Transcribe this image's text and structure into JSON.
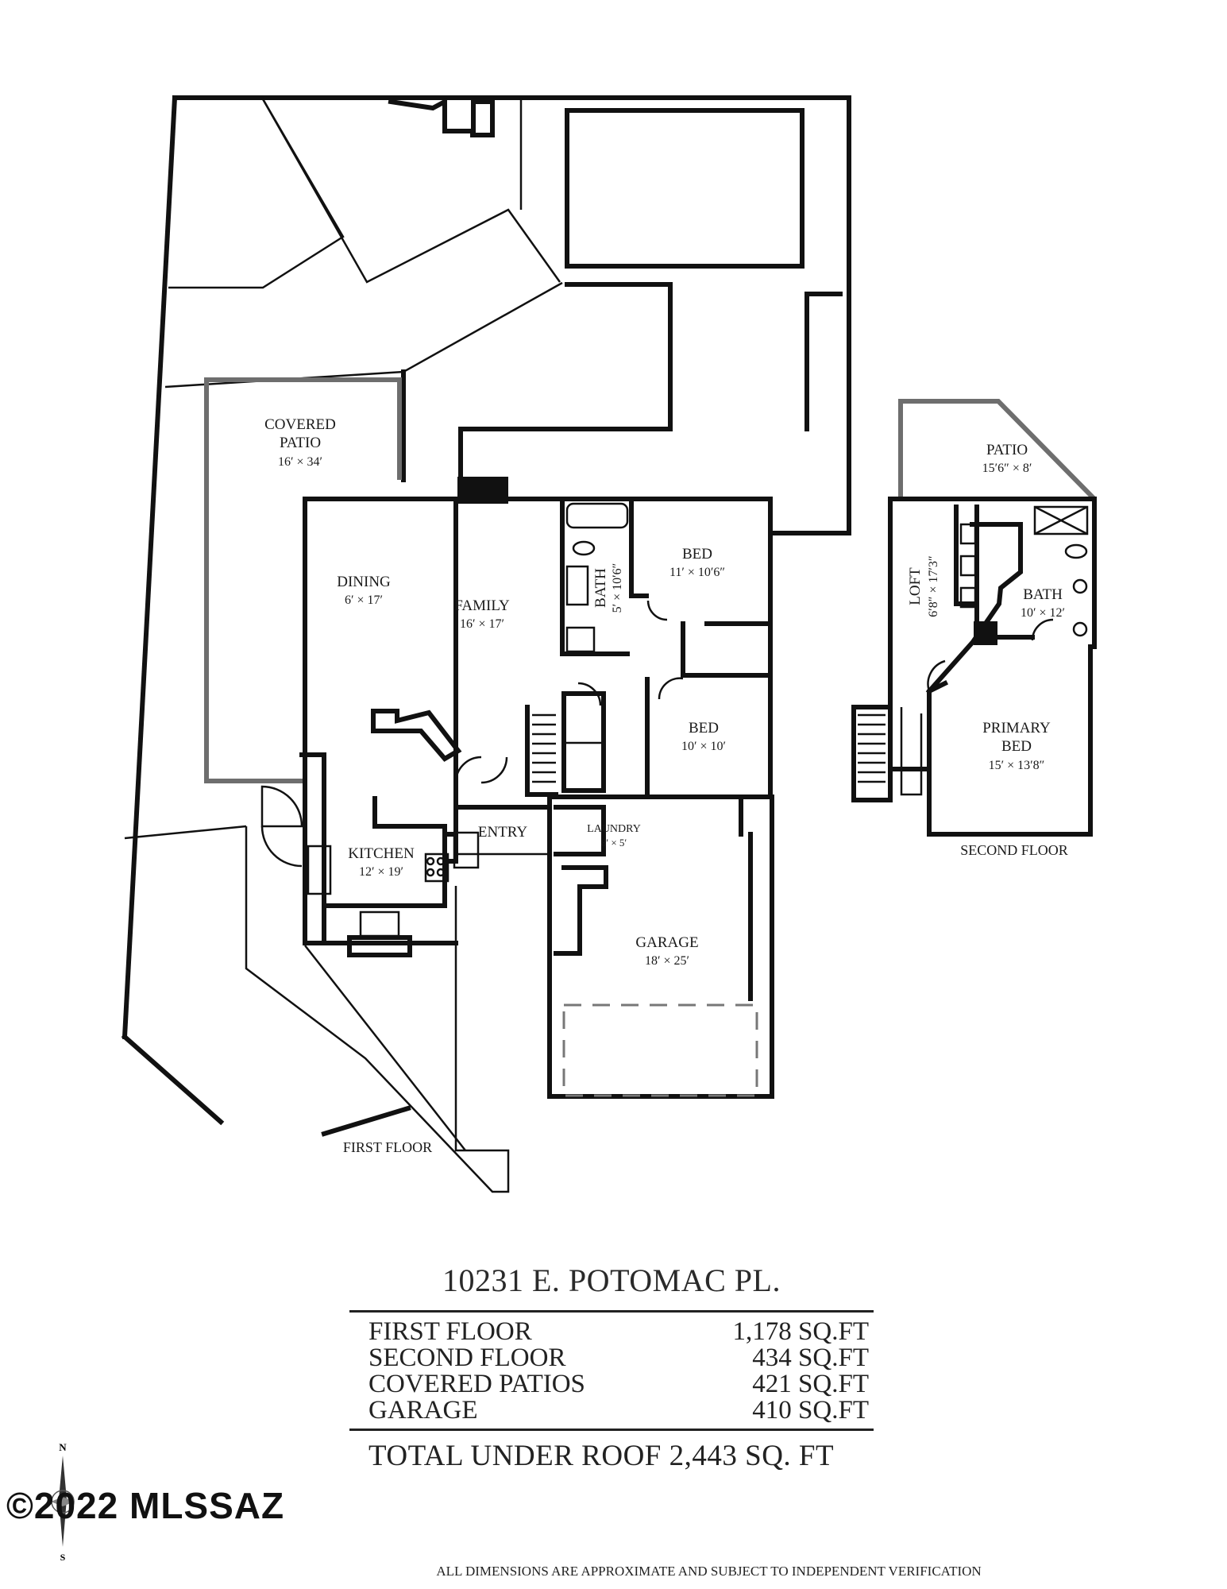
{
  "rooms": {
    "covered_patio": {
      "name_line1": "COVERED",
      "name_line2": "PATIO",
      "dims": "16′ × 34′"
    },
    "dining": {
      "name": "DINING",
      "dims": "6′ × 17′"
    },
    "family": {
      "name": "FAMILY",
      "dims": "16′ × 17′"
    },
    "bath_first": {
      "name": "BATH",
      "dims": "5′ × 10′6″"
    },
    "bed_a": {
      "name": "BED",
      "dims": "11′ × 10′6″"
    },
    "bed_b": {
      "name": "BED",
      "dims": "10′ × 10′"
    },
    "kitchen": {
      "name": "KITCHEN",
      "dims": "12′ × 19′"
    },
    "entry": {
      "name": "ENTRY"
    },
    "laundry": {
      "name": "LAUNDRY",
      "dims": "8′ × 5′"
    },
    "garage": {
      "name": "GARAGE",
      "dims": "18′ × 25′"
    },
    "patio": {
      "name": "PATIO",
      "dims": "15′6″ × 8′"
    },
    "loft": {
      "name": "LOFT",
      "dims": "6′8″ × 17′3″"
    },
    "bath_second": {
      "name": "BATH",
      "dims": "10′ × 12′"
    },
    "primary_bed": {
      "name_line1": "PRIMARY",
      "name_line2": "BED",
      "dims": "15′ × 13′8″"
    }
  },
  "floors": {
    "first": "FIRST FLOOR",
    "second": "SECOND FLOOR"
  },
  "summary": {
    "address": "10231 E. POTOMAC PL.",
    "rows": [
      {
        "label": "FIRST FLOOR",
        "value": "1,178 SQ.FT"
      },
      {
        "label": "SECOND FLOOR",
        "value": "434 SQ.FT"
      },
      {
        "label": "COVERED PATIOS",
        "value": "421 SQ.FT"
      },
      {
        "label": "GARAGE",
        "value": "410 SQ.FT"
      }
    ],
    "total": "TOTAL UNDER ROOF  2,443 SQ. FT"
  },
  "compass": {
    "north": "N",
    "south": "S"
  },
  "copyright": "©2022 MLSSAZ",
  "disclaimer": "ALL DIMENSIONS ARE APPROXIMATE AND SUBJECT TO INDEPENDENT VERIFICATION"
}
